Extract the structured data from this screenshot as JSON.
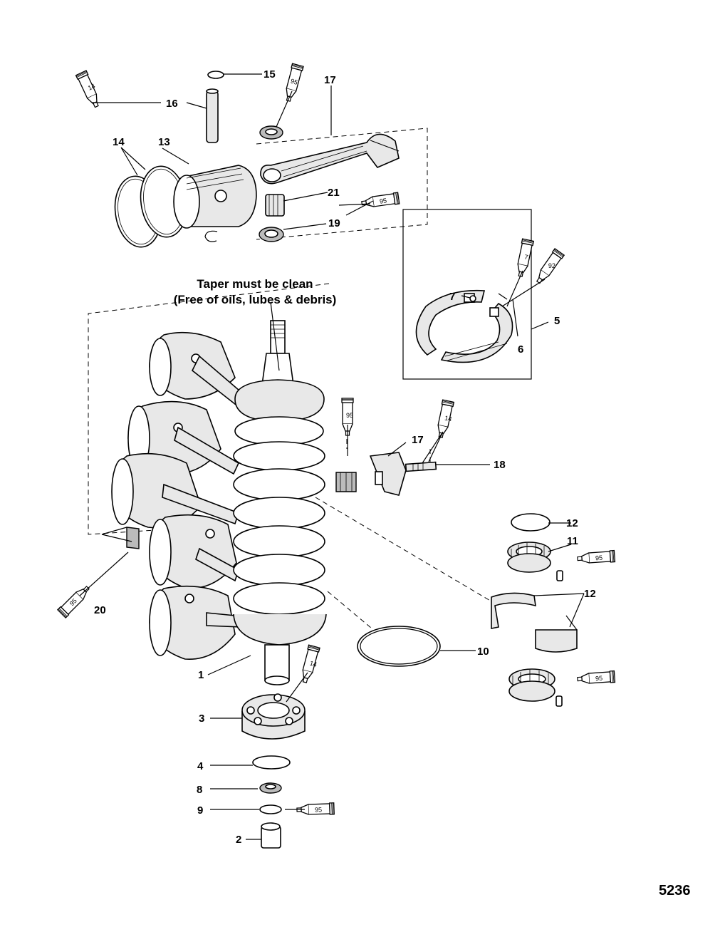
{
  "note": {
    "line1": "Taper must be clean",
    "line2": "(Free of oils, lubes & debris)"
  },
  "figure_number": "5236",
  "callouts": {
    "c1": "1",
    "c2": "2",
    "c3": "3",
    "c4": "4",
    "c5": "5",
    "c6": "6",
    "c7": "7",
    "c8": "8",
    "c9": "9",
    "c10": "10",
    "c11": "11",
    "c12a": "12",
    "c12b": "12",
    "c13": "13",
    "c14a": "14",
    "c14b": "14",
    "c15": "15",
    "c16": "16",
    "c17a": "17",
    "c17b": "17",
    "c18": "18",
    "c19": "19",
    "c20": "20",
    "c21": "21"
  },
  "tubes": {
    "t14a": "14",
    "t95a": "95",
    "t95b": "95",
    "t7": "7",
    "t92": "92",
    "t95c": "95",
    "t14b": "14",
    "t95d": "95",
    "t95e": "95",
    "t14c": "14",
    "t95f": "95",
    "t95g": "95"
  }
}
